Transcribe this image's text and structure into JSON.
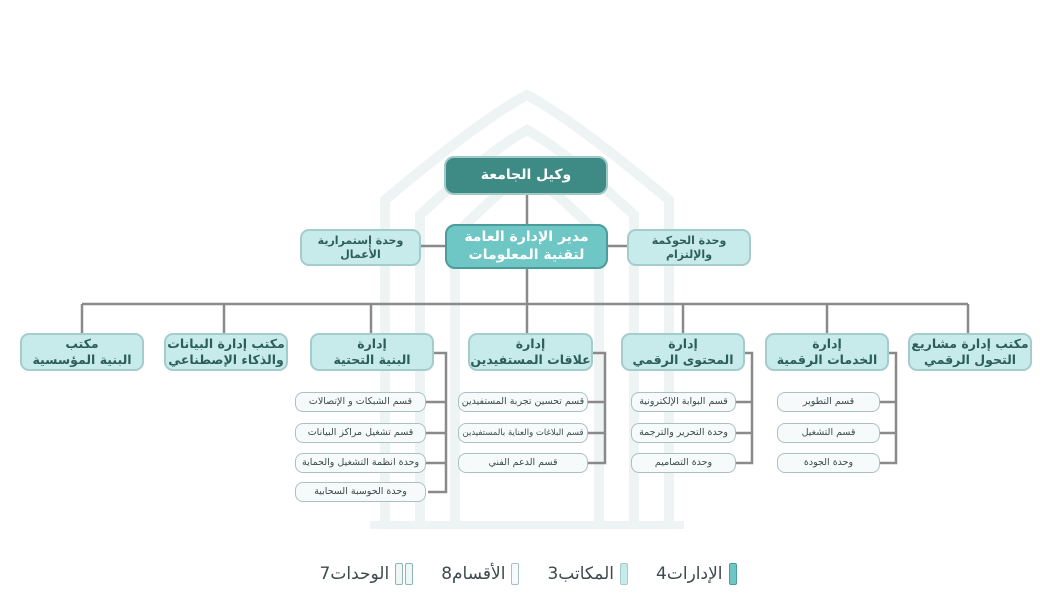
{
  "colors": {
    "connector": "#8a8a8a",
    "top": "#3e8a84",
    "general_manager": "#6ec6c5",
    "level_box": "#c7eaea",
    "sub_box": "#f7fafa"
  },
  "org": {
    "top": "وكيل الجامعة",
    "general_manager": [
      "مدير الإدارة العامة",
      "لتقنية المعلومات"
    ],
    "unit_left": "وحدة إستمرارية الأعمال",
    "unit_right": "وحدة الحوكمة والإلتزام",
    "departments": [
      {
        "lines": [
          "مكتب",
          "البنية المؤسسية"
        ],
        "subs": []
      },
      {
        "lines": [
          "مكتب إدارة البيانات",
          "والذكاء الإصطناعي"
        ],
        "subs": []
      },
      {
        "lines": [
          "إدارة",
          "البنية التحتية"
        ],
        "subs": [
          "قسم الشبكات و الإتصالات",
          "قسم تشغيل مراكز البيانات",
          "وحدة انظمة التشغيل والحماية",
          "وحدة الحوسبة السحابية"
        ]
      },
      {
        "lines": [
          "إدارة",
          "علاقات المستفيدين"
        ],
        "subs": [
          "قسم تحسين تجربة المستفيدين",
          "قسم البلاغات والعناية بالمستفيدين",
          "قسم الدعم الفني"
        ]
      },
      {
        "lines": [
          "إدارة",
          "المحتوى الرقمي"
        ],
        "subs": [
          "قسم البوابة الإلكترونية",
          "وحدة التحرير والترجمة",
          "وحدة التصاميم"
        ]
      },
      {
        "lines": [
          "إدارة",
          "الخدمات الرقمية"
        ],
        "subs": [
          "قسم التطوير",
          "قسم التشغيل",
          "وحدة الجودة"
        ]
      },
      {
        "lines": [
          "مكتب إدارة مشاريع",
          "التحول الرقمي"
        ],
        "subs": []
      }
    ]
  },
  "legend": [
    {
      "label": "الإدارات",
      "count": "4",
      "color": "#6ec6c5"
    },
    {
      "label": "المكاتب",
      "count": "3",
      "color": "#c7eaea"
    },
    {
      "label": "الأقسام",
      "count": "8",
      "color": "#f7fafa"
    },
    {
      "label": "الوحدات",
      "count": "7",
      "color": "#eef6f6"
    }
  ]
}
